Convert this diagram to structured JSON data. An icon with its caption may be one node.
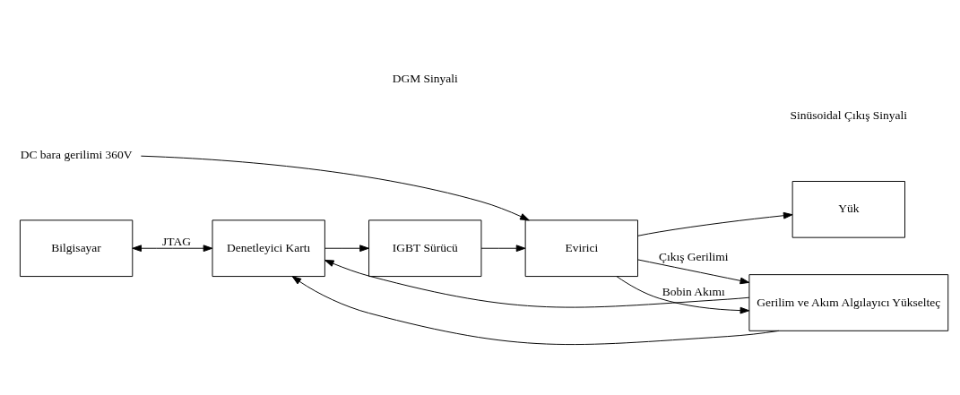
{
  "diagram": {
    "nodes": [
      {
        "text": [
          "DC bara gerilimi 360V"
        ]
      },
      {
        "text": [
          "Bilgisayar"
        ]
      },
      {
        "text": [
          "Denetleyici Kartı"
        ]
      },
      {
        "text": [
          "IGBT Sürücü"
        ]
      },
      {
        "text": [
          "Evirici"
        ]
      },
      {
        "text": [
          "Yük"
        ]
      },
      {
        "text": [
          "Gerilim ve Akım Algılayıcı Yükselteç"
        ]
      }
    ],
    "edges": [
      {
        "from": 0,
        "to": 4,
        "arrow": "to"
      },
      {
        "from": 1,
        "to": 2,
        "arrow": "both",
        "label": "JTAG"
      },
      {
        "from": 2,
        "to": 3,
        "arrow": "to"
      },
      {
        "from": 3,
        "to": 4,
        "arrow": "to"
      },
      {
        "from": 4,
        "to": 5,
        "arrow": "to"
      },
      {
        "from": 4,
        "to": 6,
        "arrow": "to",
        "label": "Çıkış Gerilimi"
      },
      {
        "from": 4,
        "to": 6,
        "arrow": "to",
        "label": "Bobin Akımı"
      },
      {
        "from": 6,
        "to": 2,
        "arrow": "to"
      },
      {
        "from": 6,
        "to": 2,
        "arrow": "to"
      }
    ],
    "labels": [
      "DGM Sinyali",
      "Sinüsoidal Çıkış Sinyali"
    ]
  }
}
